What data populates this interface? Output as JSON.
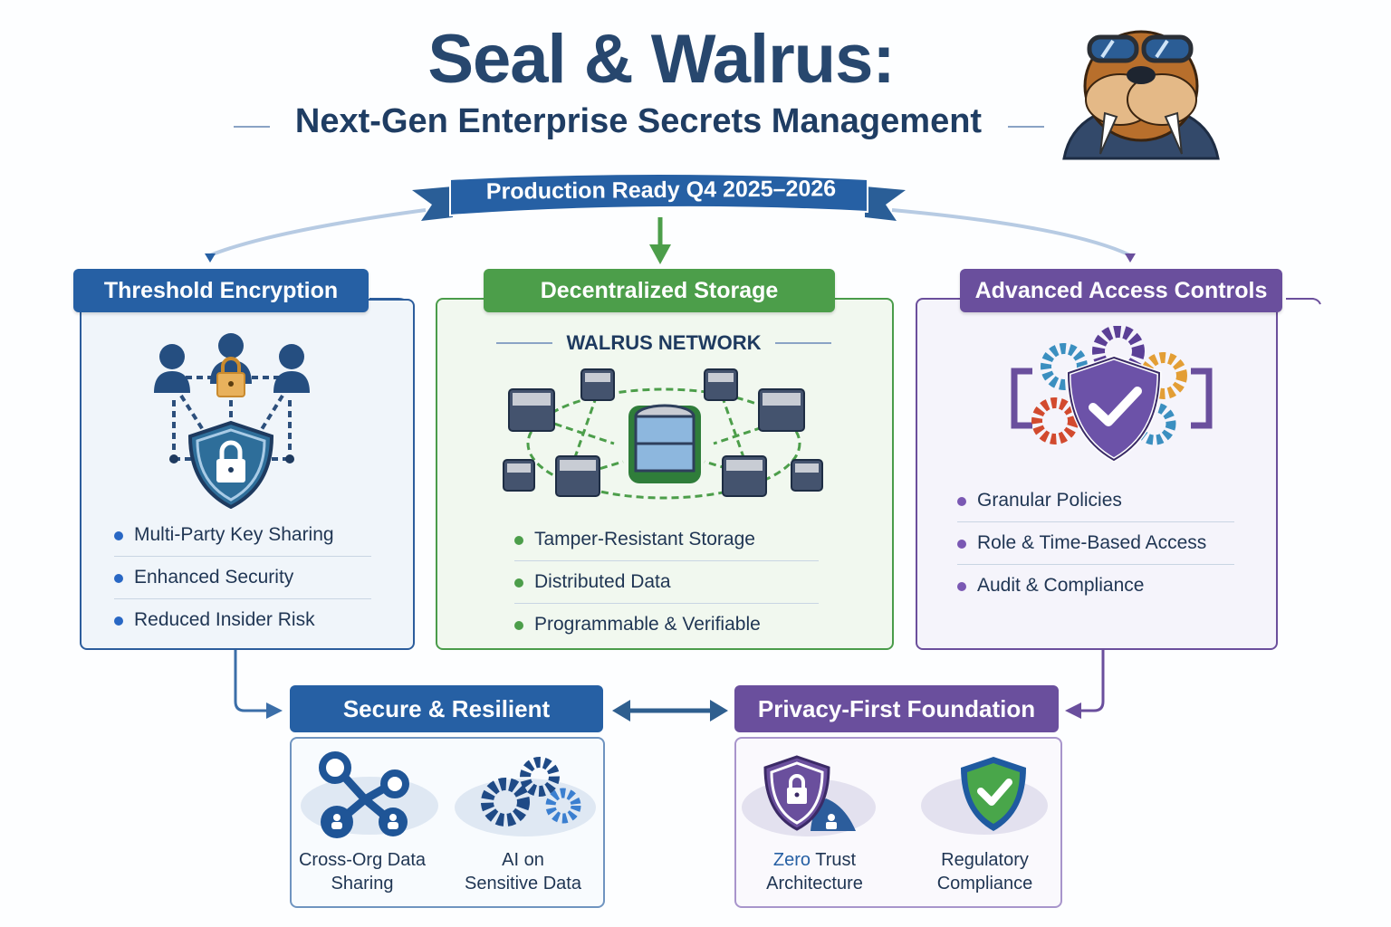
{
  "header": {
    "title": "Seal & Walrus:",
    "subtitle": "Next-Gen Enterprise Secrets Management",
    "mascot": "walrus-mascot-with-goggles"
  },
  "ribbon": {
    "label": "Production Ready Q4 2025–2026"
  },
  "colors": {
    "blue": "#2660a4",
    "green": "#4c9e4a",
    "purple": "#6a4f9d",
    "navy": "#27476e",
    "gold": "#e5a43b",
    "red": "#d24a2e"
  },
  "pillars": [
    {
      "title": "Threshold Encryption",
      "icon": "multi-party-shield-lock-icon",
      "items": [
        "Multi-Party Key Sharing",
        "Enhanced Security",
        "Reduced Insider Risk"
      ]
    },
    {
      "title": "Decentralized Storage",
      "network_label": "WALRUS NETWORK",
      "icon": "server-network-icon",
      "items": [
        "Tamper-Resistant Storage",
        "Distributed Data",
        "Programmable & Verifiable"
      ]
    },
    {
      "title": "Advanced Access Controls",
      "icon": "gears-shield-check-icon",
      "items": [
        "Granular Policies",
        "Role & Time-Based Access",
        "Audit & Compliance"
      ]
    }
  ],
  "outcomes": [
    {
      "title": "Secure & Resilient",
      "features": [
        {
          "icon": "network-share-icon",
          "line1": "Cross-Org Data",
          "line2": "Sharing"
        },
        {
          "icon": "gears-icon",
          "line1": "AI on",
          "line2": "Sensitive Data"
        }
      ]
    },
    {
      "title": "Privacy-First Foundation",
      "features": [
        {
          "icon": "shield-lock-user-icon",
          "line1_accent": "Zero",
          "line1": " Trust",
          "line2": "Architecture"
        },
        {
          "icon": "shield-check-icon",
          "line1": "Regulatory",
          "line2": "Compliance"
        }
      ]
    }
  ]
}
